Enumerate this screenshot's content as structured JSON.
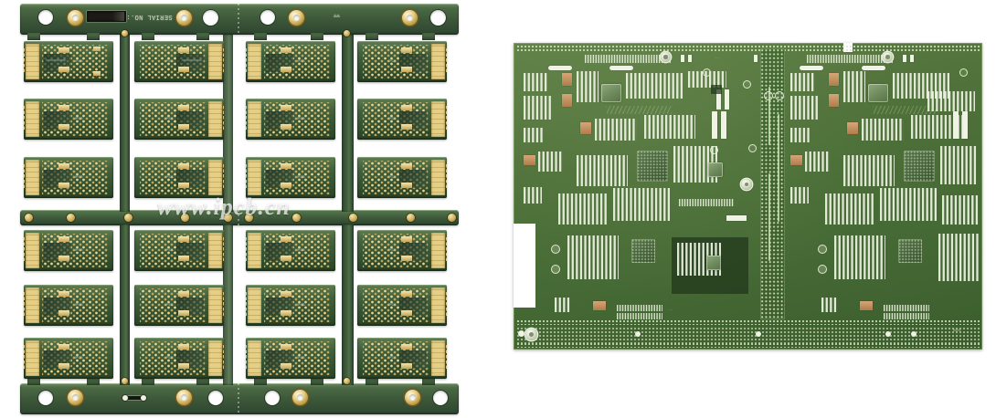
{
  "meta": {
    "scene": "Two printed-circuit-board product photographs side by side on a white background",
    "background_color": "#ffffff"
  },
  "watermark": {
    "text": "www.ipcb.cn",
    "color": "#ffffff"
  },
  "left_photo": {
    "name": "depanelized-multi-up-pcb-array",
    "description": "Green solder-mask panel array of small gold-finger circuit boards held in a break-away frame",
    "substrate_color": "#3b5638",
    "pad_color": "#e5cf86",
    "rail_labels": {
      "serial_label": "SERIAL NO.:"
    },
    "array": {
      "columns": 4,
      "rows": 6,
      "row_pairs": 3,
      "unit_count": 24
    },
    "rails": [
      {
        "name": "top-rail",
        "position": "top"
      },
      {
        "name": "middle-rail",
        "position": "middle"
      },
      {
        "name": "bottom-rail",
        "position": "bottom"
      }
    ],
    "unit_silkscreen": "IPCB",
    "features": [
      "tooling holes",
      "gold plated vias",
      "break-away tabs",
      "edge connector gold fingers",
      "serial number window"
    ]
  },
  "right_photo": {
    "name": "two-up-multilayer-motherboard",
    "description": "Dense green multilayer motherboard panel containing two identical mirrored board images separated by a via-stitched centre rail",
    "substrate_color": "#4e7039",
    "pad_color": "#eef3e3",
    "halves": 2,
    "features": [
      "via stitching border",
      "BGA footprints",
      "EMI shield pads",
      "fine pitch connector pads",
      "mounting holes",
      "copper terminal pads",
      "bottom break-away rail"
    ],
    "corner_silkscreen": "RoHS"
  }
}
